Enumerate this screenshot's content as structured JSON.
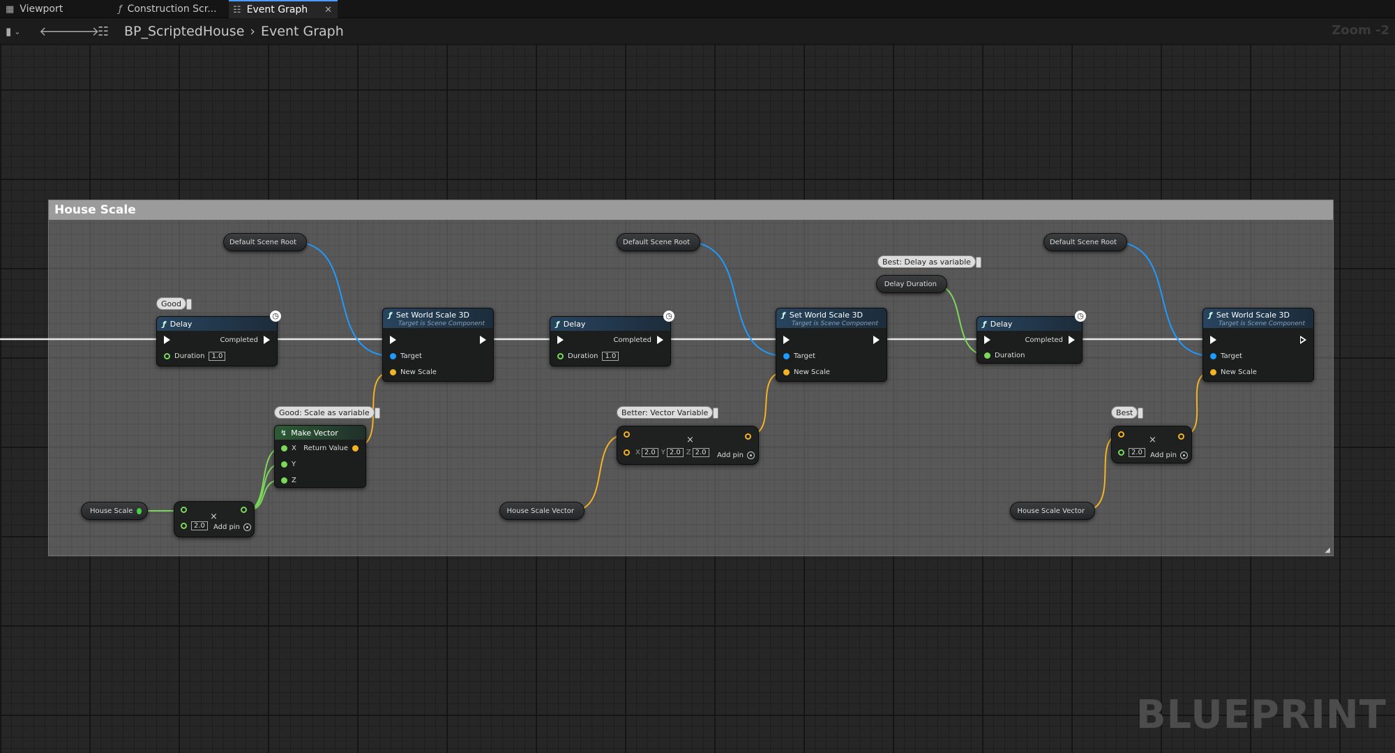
{
  "tabs": [
    {
      "label": "Viewport",
      "icon": "viewport-icon"
    },
    {
      "label": "Construction Scr...",
      "icon": "function-icon"
    },
    {
      "label": "Event Graph",
      "icon": "graph-icon",
      "active": true
    }
  ],
  "toolbar": {
    "breadcrumb_root": "BP_ScriptedHouse",
    "breadcrumb_leaf": "Event Graph",
    "zoom": "Zoom -2"
  },
  "comment_title": "House Scale",
  "nodes": {
    "delay1": {
      "title": "Delay",
      "completed": "Completed",
      "duration_label": "Duration",
      "duration": "1.0",
      "bubble": "Good"
    },
    "set1": {
      "title": "Set World Scale 3D",
      "subtitle": "Target is Scene Component",
      "target": "Target",
      "new_scale": "New Scale"
    },
    "dsr1": {
      "label": "Default Scene Root"
    },
    "make_vector": {
      "title": "Make Vector",
      "x": "X",
      "y": "Y",
      "z": "Z",
      "return": "Return Value",
      "bubble": "Good: Scale as variable"
    },
    "house_scale": {
      "label": "House Scale"
    },
    "mult1": {
      "value": "2.0",
      "add_pin": "Add pin",
      "x": "×"
    },
    "delay2": {
      "title": "Delay",
      "completed": "Completed",
      "duration_label": "Duration",
      "duration": "1.0"
    },
    "set2": {
      "title": "Set World Scale 3D",
      "subtitle": "Target is Scene Component",
      "target": "Target",
      "new_scale": "New Scale"
    },
    "dsr2": {
      "label": "Default Scene Root"
    },
    "vec_mult": {
      "bubble": "Better: Vector Variable",
      "x": "2.0",
      "y": "2.0",
      "z": "2.0",
      "xl": "X",
      "yl": "Y",
      "zl": "Z",
      "add_pin": "Add pin",
      "op": "×"
    },
    "hsv1": {
      "label": "House Scale Vector"
    },
    "delay_dur": {
      "label": "Delay Duration",
      "bubble": "Best: Delay as variable"
    },
    "delay3": {
      "title": "Delay",
      "completed": "Completed",
      "duration_label": "Duration"
    },
    "set3": {
      "title": "Set World Scale 3D",
      "subtitle": "Target is Scene Component",
      "target": "Target",
      "new_scale": "New Scale"
    },
    "dsr3": {
      "label": "Default Scene Root"
    },
    "mult3": {
      "bubble": "Best",
      "value": "2.0",
      "add_pin": "Add pin",
      "op": "×"
    },
    "hsv2": {
      "label": "House Scale Vector"
    }
  },
  "watermark": "BLUEPRINT",
  "colors": {
    "exec": "#ffffff",
    "object": "#1e9bff",
    "vector": "#f5b323",
    "float": "#7cd85a"
  }
}
